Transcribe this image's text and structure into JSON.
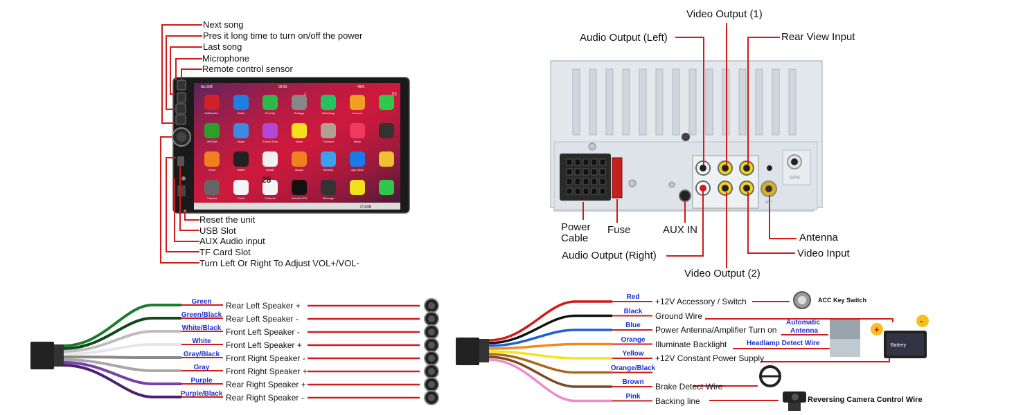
{
  "stereo_front": {
    "top_labels": [
      "Next song",
      "Pres it long time to turn on/off the power",
      "Last song",
      "Microphone",
      "Remote control sensor"
    ],
    "bottom_labels": [
      "Reset the unit",
      "USB Slot",
      "AUX Audio input",
      "TF Card Slot",
      "Turn Left Or Right To Adjust VOL+/VOL-"
    ],
    "status_left": "No SIM",
    "status_time": "09:50",
    "status_right": "49%",
    "badge_count": "53",
    "settings_badge": "1",
    "model": "7018B",
    "calendar_day": "28",
    "apps": [
      "NetEaseM..",
      "Safari",
      "Find My",
      "Settings",
      "WhatsApp",
      "Amazon",
      "",
      "WeChat",
      "Maps",
      "iTunes Store",
      "Notes",
      "Contacts",
      "Music",
      "",
      "Home",
      "Wallet",
      "Health",
      "iBooks",
      "Weather",
      "App Store",
      "",
      "Camera",
      "Clock",
      "Calendar",
      "AstroM VPN",
      "Message",
      "",
      ""
    ]
  },
  "rear_panel": {
    "labels": {
      "video_output_1": "Video Output (1)",
      "audio_output_left": "Audio Output (Left)",
      "rear_view_input": "Rear View Input",
      "power_cable": "Power\nCable",
      "power_cable_l1": "Power",
      "power_cable_l2": "Cable",
      "fuse": "Fuse",
      "aux_in": "AUX IN",
      "antenna": "Antenna",
      "audio_output_right": "Audio Output (Right)",
      "video_input": "Video Input",
      "video_output_2": "Video Output (2)",
      "gps": "GPS",
      "ant": "ANT"
    }
  },
  "speaker_harness": {
    "wires": [
      {
        "color_name": "Green",
        "function": "Rear Left Speaker +",
        "hex": "#1e7a2e"
      },
      {
        "color_name": "Green/Black",
        "function": "Rear Left Speaker -",
        "hex": "#0f4a1a"
      },
      {
        "color_name": "White/Black",
        "function": "Front Left Speaker -",
        "hex": "#bdbdbd"
      },
      {
        "color_name": "White",
        "function": "Front Left Speaker +",
        "hex": "#e6e6e6"
      },
      {
        "color_name": "Gray/Black",
        "function": "Front Right Speaker -",
        "hex": "#8a8a8a"
      },
      {
        "color_name": "Gray",
        "function": "Front Right Speaker +",
        "hex": "#a8a8a8"
      },
      {
        "color_name": "Purple",
        "function": "Rear Right Speaker +",
        "hex": "#7b3fa8"
      },
      {
        "color_name": "Purple/Black",
        "function": "Rear Right Speaker -",
        "hex": "#4a1f70"
      }
    ]
  },
  "power_harness": {
    "wires": [
      {
        "color_name": "Red",
        "function": "+12V Accessory / Switch",
        "hex": "#d11a1a"
      },
      {
        "color_name": "Black",
        "function": "Ground Wire",
        "hex": "#111111"
      },
      {
        "color_name": "Blue",
        "function": "Power Antenna/Amplifier Turn on",
        "hex": "#1e5fd6"
      },
      {
        "color_name": "Orange",
        "function": "Illuminate Backlight",
        "hex": "#f08a1c"
      },
      {
        "color_name": "Yellow",
        "function": "+12V Constant Power Supply",
        "hex": "#f2e41c"
      },
      {
        "color_name": "Orange/Black",
        "function": "",
        "hex": "#b0661a"
      },
      {
        "color_name": "Brown",
        "function": "Brake Detect Wire",
        "hex": "#7a4a22"
      },
      {
        "color_name": "Pink",
        "function": "Backing line",
        "hex": "#f08ac8"
      }
    ],
    "acc_key_switch": "ACC Key Switch",
    "automatic_antenna_l1": "Automatic",
    "automatic_antenna_l2": "Antenna",
    "headlamp_detect": "Headlamp Detect Wire",
    "battery": "Battery",
    "reversing_camera": "Reversing Camera Control Wire"
  },
  "colors": {
    "callout": "#d11a1a",
    "label_blue": "#1a2fd6",
    "panel": "#e8ecf0",
    "panel_dark": "#cfd5dc"
  }
}
